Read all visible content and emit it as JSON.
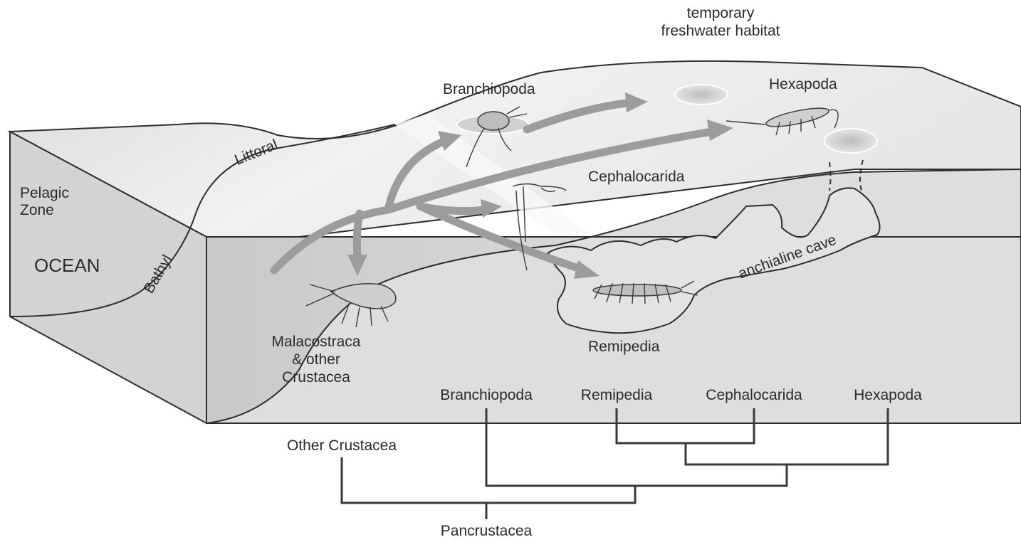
{
  "habitats": {
    "pelagic_zone": [
      "Pelagic",
      "Zone"
    ],
    "ocean": "OCEAN",
    "littoral": "Littoral",
    "bathyl": "Bathyl",
    "temporary_freshwater": [
      "temporary",
      "freshwater habitat"
    ],
    "anchialine_cave": "anchialine cave"
  },
  "organisms": {
    "branchiopoda": "Branchiopoda",
    "hexapoda": "Hexapoda",
    "cephalocarida": "Cephalocarida",
    "remipedia": "Remipedia",
    "malacostraca": [
      "Malacostraca",
      "& other",
      "Crustacea"
    ]
  },
  "tree": {
    "tips": [
      "Branchiopoda",
      "Remipedia",
      "Cephalocarida",
      "Hexapoda"
    ],
    "other_crustacea": "Other Crustacea",
    "root": "Pancrustacea"
  },
  "colors": {
    "arrow": "#9c9c9c",
    "block_top": "#e9e9e9",
    "block_front": "#cfcfcf",
    "block_side": "#dadada",
    "line": "#2e2e2e"
  }
}
